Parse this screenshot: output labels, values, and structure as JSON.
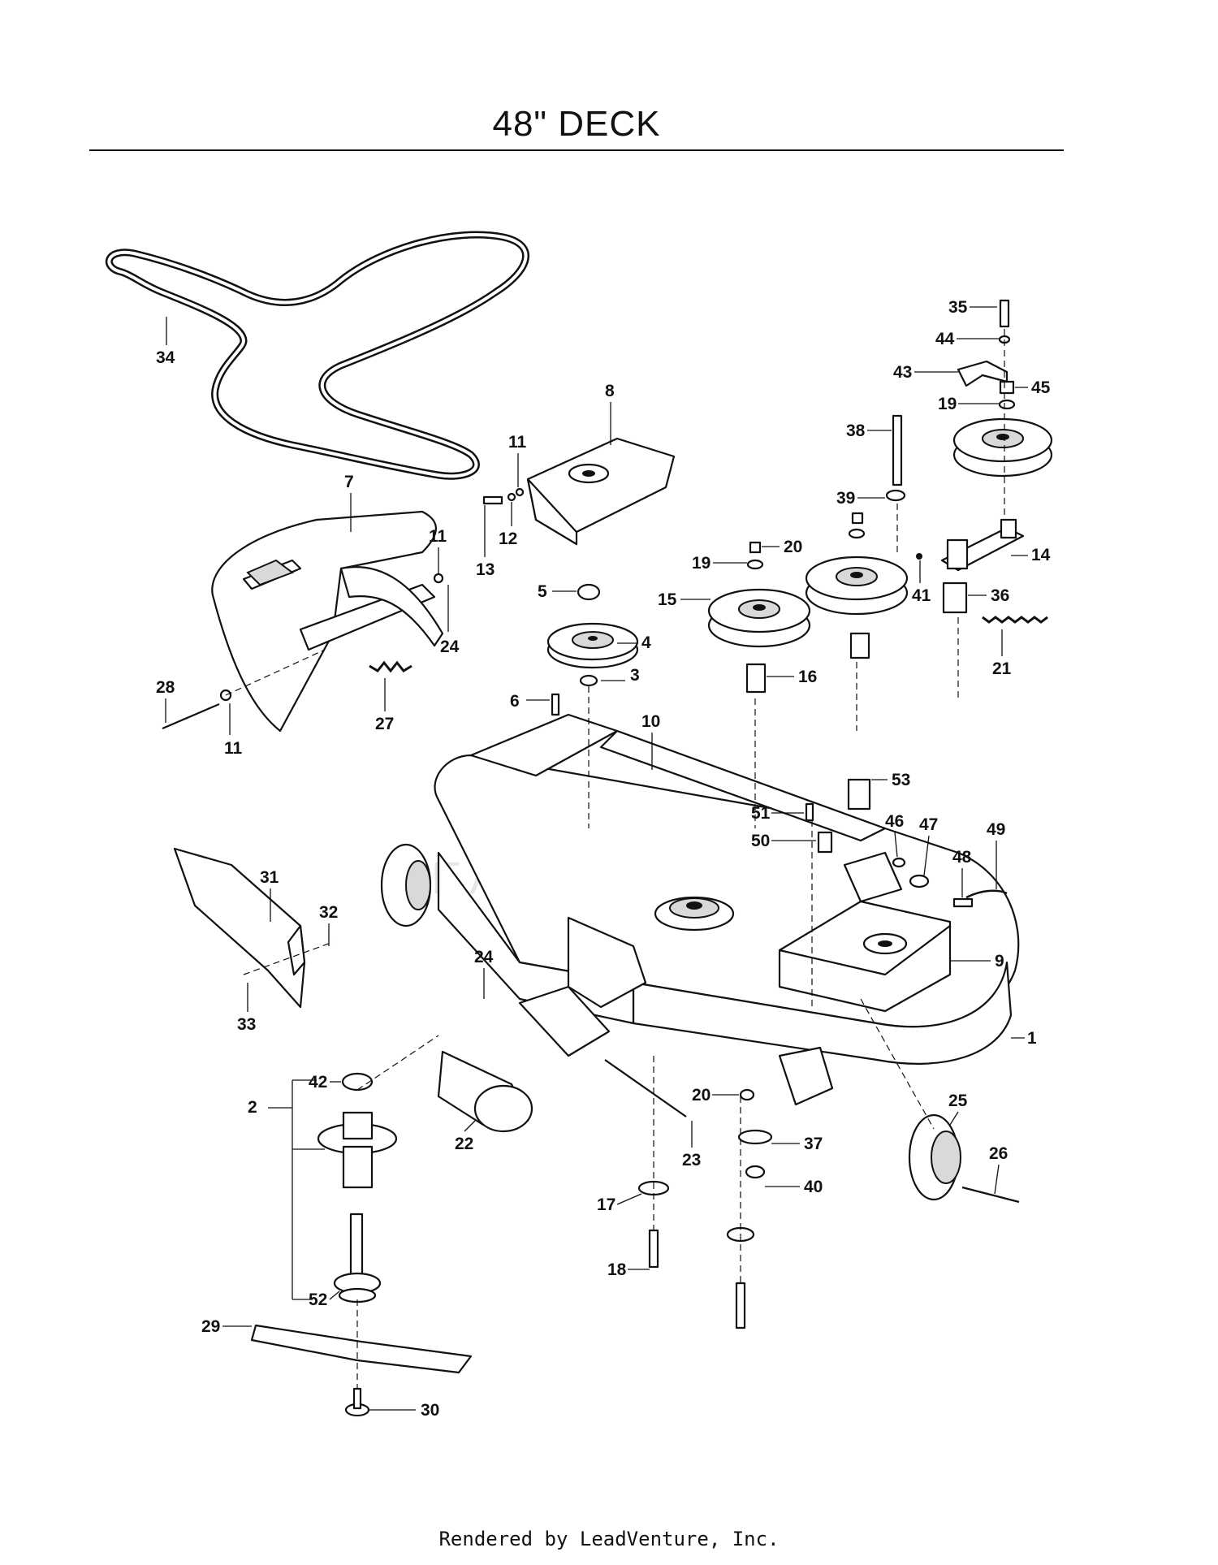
{
  "title": "48\" DECK",
  "footer": "Rendered by LeadVenture, Inc.",
  "watermark": "LEADVENTURE",
  "colors": {
    "ink": "#111111",
    "paper": "#ffffff"
  },
  "callouts": [
    {
      "label": "1",
      "part": "deck-housing"
    },
    {
      "label": "2",
      "part": "spindle-assembly"
    },
    {
      "label": "3",
      "part": "washer"
    },
    {
      "label": "4",
      "part": "spindle-pulley"
    },
    {
      "label": "5",
      "part": "nut"
    },
    {
      "label": "6",
      "part": "bolt"
    },
    {
      "label": "7",
      "part": "discharge-chute"
    },
    {
      "label": "8",
      "part": "belt-cover"
    },
    {
      "label": "9",
      "part": "belt-cover-right"
    },
    {
      "label": "10",
      "part": "bracket"
    },
    {
      "label": "11",
      "part": "washer"
    },
    {
      "label": "11",
      "part": "washer"
    },
    {
      "label": "11",
      "part": "washer"
    },
    {
      "label": "12",
      "part": "lock-washer"
    },
    {
      "label": "13",
      "part": "screw"
    },
    {
      "label": "14",
      "part": "idler-arm"
    },
    {
      "label": "15",
      "part": "idler-pulley"
    },
    {
      "label": "16",
      "part": "spacer"
    },
    {
      "label": "17",
      "part": "washer"
    },
    {
      "label": "18",
      "part": "bolt"
    },
    {
      "label": "19",
      "part": "washer"
    },
    {
      "label": "19",
      "part": "washer"
    },
    {
      "label": "20",
      "part": "nut"
    },
    {
      "label": "20",
      "part": "nut"
    },
    {
      "label": "21",
      "part": "spring"
    },
    {
      "label": "22",
      "part": "roller"
    },
    {
      "label": "23",
      "part": "bolt"
    },
    {
      "label": "24",
      "part": "cotter-pin"
    },
    {
      "label": "24",
      "part": "cotter-pin"
    },
    {
      "label": "25",
      "part": "gauge-wheel"
    },
    {
      "label": "26",
      "part": "bolt"
    },
    {
      "label": "27",
      "part": "torsion-spring"
    },
    {
      "label": "28",
      "part": "rod"
    },
    {
      "label": "29",
      "part": "blade"
    },
    {
      "label": "30",
      "part": "blade-bolt"
    },
    {
      "label": "31",
      "part": "baffle"
    },
    {
      "label": "32",
      "part": "bolt"
    },
    {
      "label": "33",
      "part": "nut"
    },
    {
      "label": "34",
      "part": "belt"
    },
    {
      "label": "35",
      "part": "bolt"
    },
    {
      "label": "36",
      "part": "bushing"
    },
    {
      "label": "37",
      "part": "washer"
    },
    {
      "label": "38",
      "part": "bolt"
    },
    {
      "label": "39",
      "part": "washer"
    },
    {
      "label": "40",
      "part": "nut"
    },
    {
      "label": "41",
      "part": "grease-fitting"
    },
    {
      "label": "42",
      "part": "bearing"
    },
    {
      "label": "43",
      "part": "belt-keeper"
    },
    {
      "label": "44",
      "part": "washer"
    },
    {
      "label": "45",
      "part": "spacer"
    },
    {
      "label": "46",
      "part": "nut"
    },
    {
      "label": "47",
      "part": "washer"
    },
    {
      "label": "48",
      "part": "pin"
    },
    {
      "label": "49",
      "part": "hair-pin"
    },
    {
      "label": "50",
      "part": "bracket"
    },
    {
      "label": "51",
      "part": "bolt"
    },
    {
      "label": "52",
      "part": "bearing"
    },
    {
      "label": "53",
      "part": "spring"
    }
  ]
}
